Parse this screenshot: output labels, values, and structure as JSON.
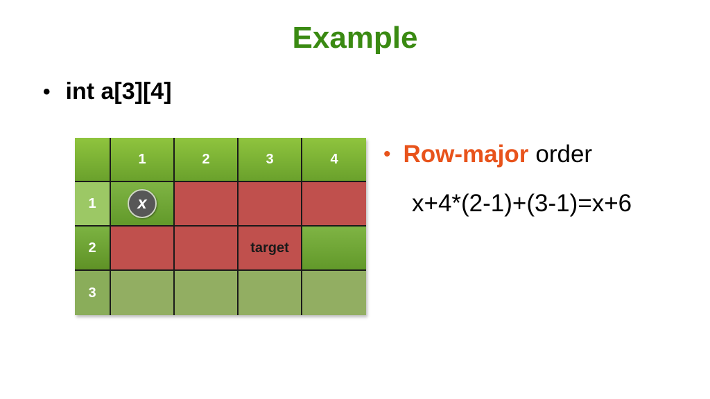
{
  "slide": {
    "title": "Example",
    "bullet1": "int a[3][4]",
    "bullet2_highlight": "Row-major",
    "bullet2_rest": "order",
    "formula": "x+4*(2-1)+(3-1)=x+6",
    "bullet_glyph": "•"
  },
  "table": {
    "col_headers": [
      "1",
      "2",
      "3",
      "4"
    ],
    "row_headers": [
      "1",
      "2",
      "3"
    ],
    "marker_label": "x",
    "target_label": "target"
  },
  "colors": {
    "title": "#3a8a12",
    "highlight": "#e8531b",
    "green_cell": "#6aa12c",
    "red_cell": "#c0504d",
    "olive_cell": "#92ae62"
  }
}
